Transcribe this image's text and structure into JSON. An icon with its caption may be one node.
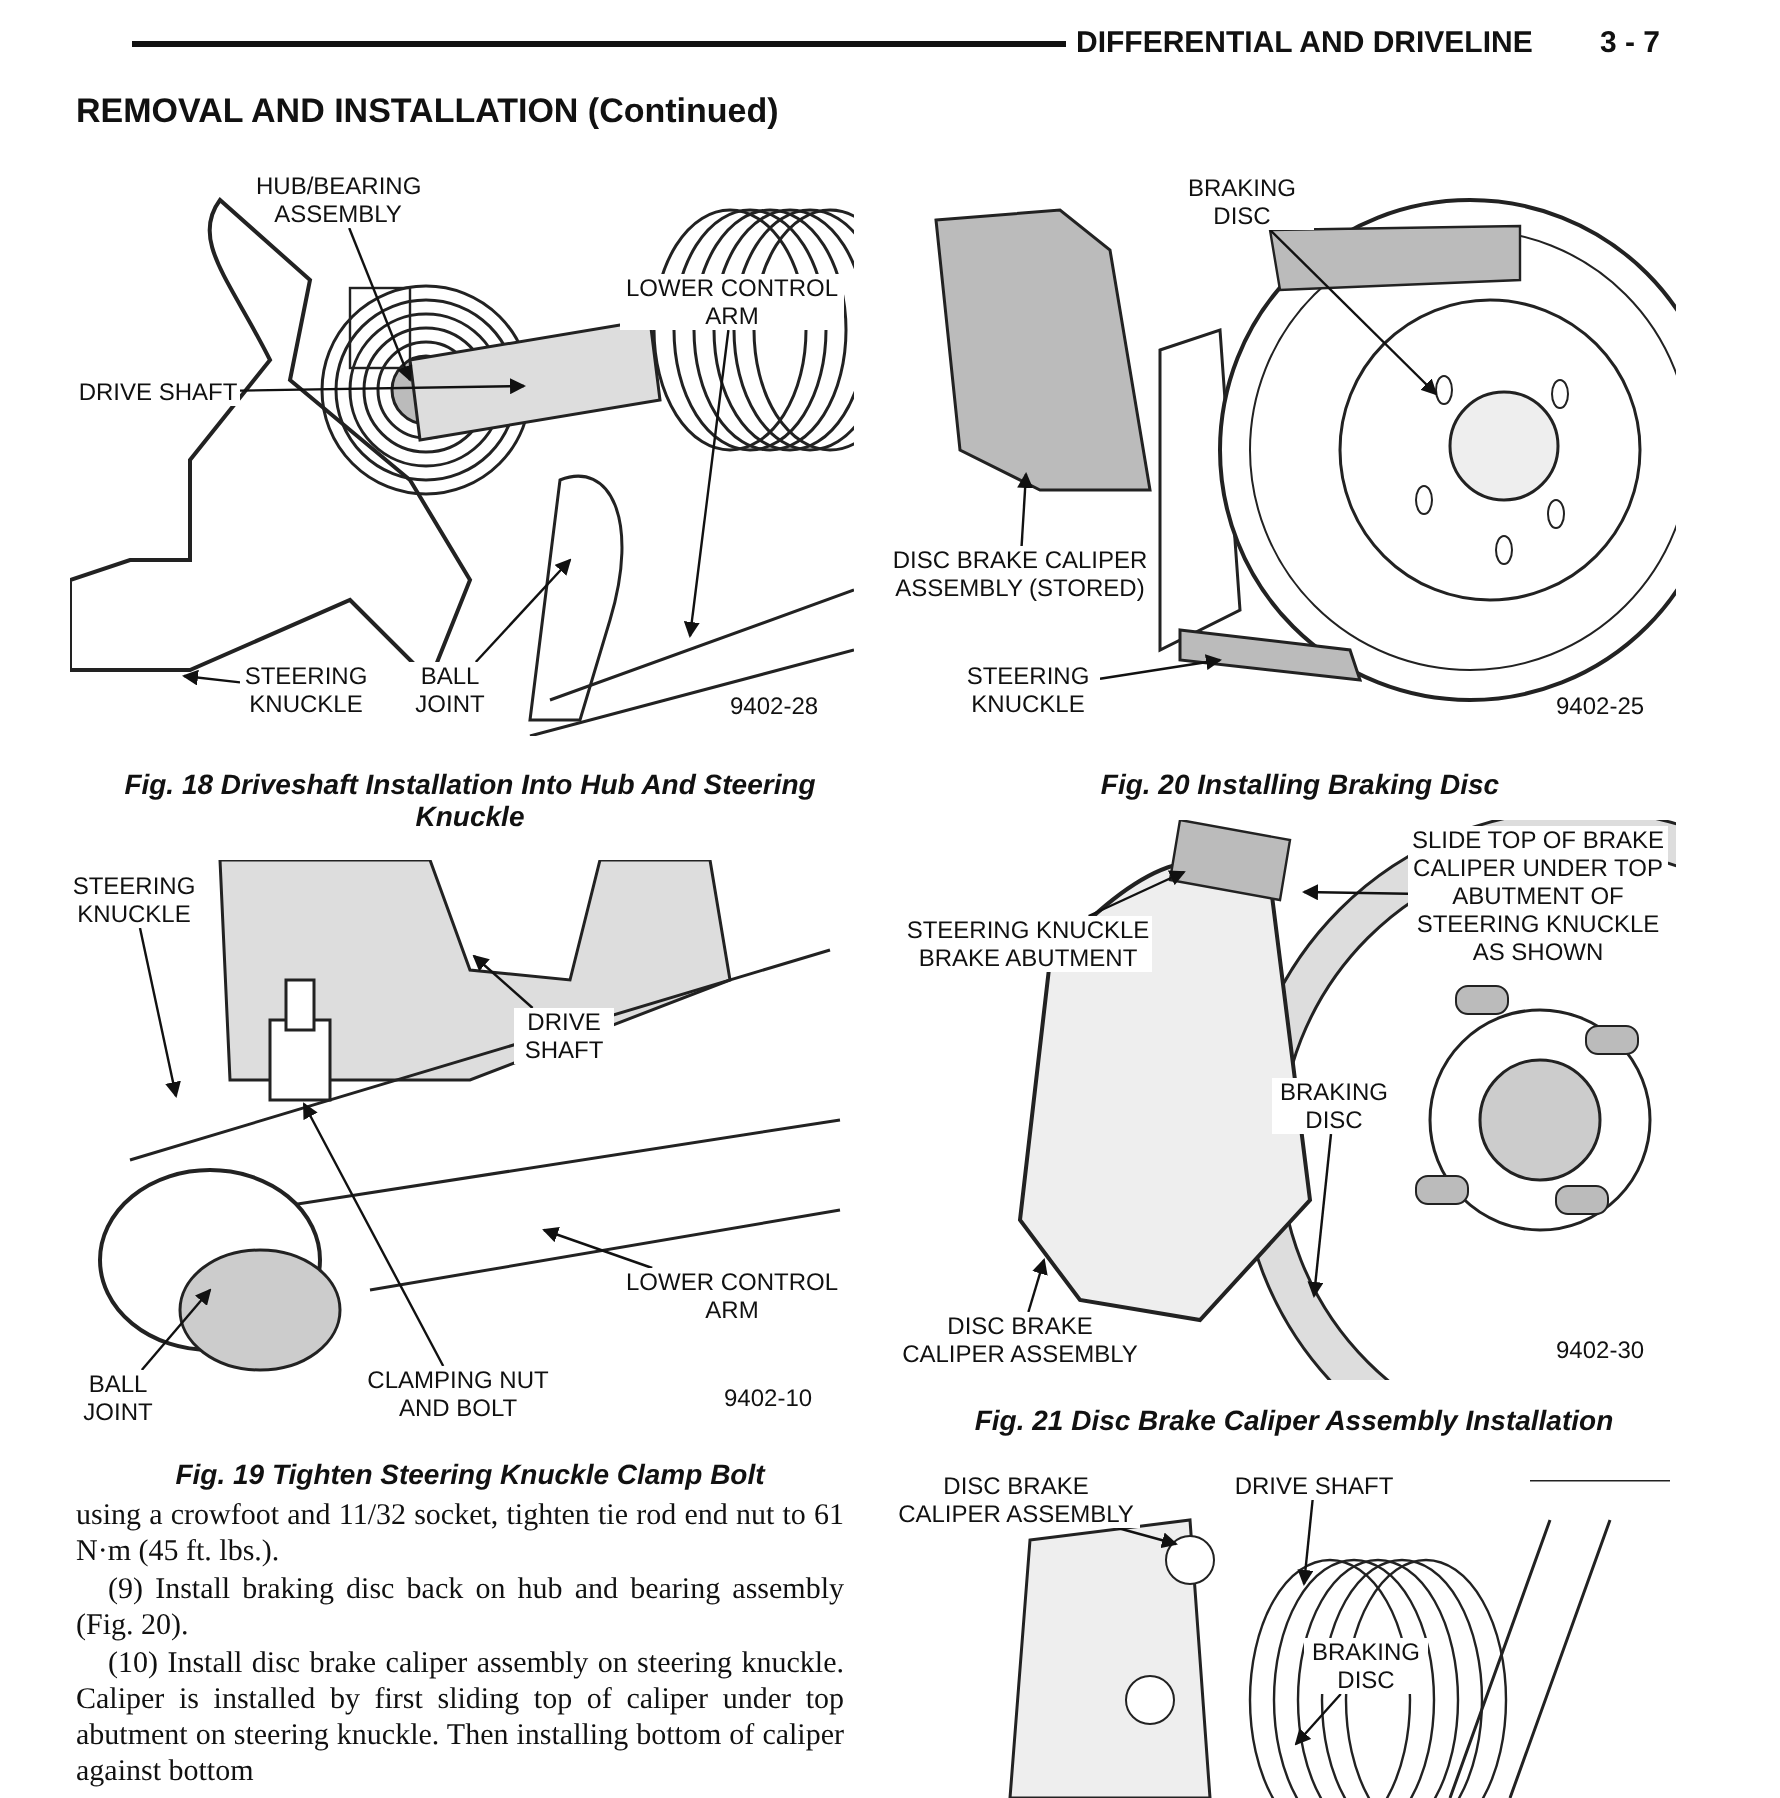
{
  "diagram": {
    "title": "REMOVAL AND INSTALLATION (Continued)",
    "nodes": [
      {
        "text": [
          "HUB/BEARING ASSEMBLY"
        ]
      },
      {
        "text": [
          "LOWER CONTROL ARM"
        ]
      },
      {
        "text": [
          "DRIVE SHAFT"
        ]
      },
      {
        "text": [
          "STEERING KNUCKLE"
        ]
      },
      {
        "text": [
          "BALL JOINT"
        ]
      },
      {
        "text": [
          "BRAKING DISC"
        ]
      },
      {
        "text": [
          "DISC BRAKE CALIPER ASSEMBLY (STORED)"
        ]
      },
      {
        "text": [
          "STEERING KNUCKLE"
        ]
      },
      {
        "text": [
          "STEERING KNUCKLE"
        ]
      },
      {
        "text": [
          "DRIVE SHAFT"
        ]
      },
      {
        "text": [
          "LOWER CONTROL ARM"
        ]
      },
      {
        "text": [
          "BALL JOINT"
        ]
      },
      {
        "text": [
          "CLAMPING NUT AND BOLT"
        ]
      },
      {
        "text": [
          "STEERING KNUCKLE BRAKE ABUTMENT"
        ]
      },
      {
        "text": [
          "SLIDE TOP OF BRAKE CALIPER UNDER TOP ABUTMENT OF STEERING KNUCKLE AS SHOWN"
        ]
      },
      {
        "text": [
          "BRAKING DISC"
        ]
      },
      {
        "text": [
          "DISC BRAKE CALIPER ASSEMBLY"
        ]
      },
      {
        "text": [
          "DISC BRAKE CALIPER ASSEMBLY"
        ]
      },
      {
        "text": [
          "DRIVE SHAFT"
        ]
      },
      {
        "text": [
          "BRAKING DISC"
        ]
      }
    ],
    "edges": [
      {
        "from": 0,
        "to": null,
        "arrow": "to"
      },
      {
        "from": 1,
        "to": null,
        "arrow": "to"
      },
      {
        "from": 2,
        "to": null,
        "arrow": "to"
      },
      {
        "from": 3,
        "to": null,
        "arrow": "to"
      },
      {
        "from": 4,
        "to": null,
        "arrow": "to"
      },
      {
        "from": 5,
        "to": null,
        "arrow": "to"
      },
      {
        "from": 6,
        "to": null,
        "arrow": "to"
      },
      {
        "from": 7,
        "to": null,
        "arrow": "to"
      },
      {
        "from": 8,
        "to": null,
        "arrow": "to"
      },
      {
        "from": 9,
        "to": null,
        "arrow": "to"
      },
      {
        "from": 10,
        "to": null,
        "arrow": "to"
      },
      {
        "from": 11,
        "to": null,
        "arrow": "to"
      },
      {
        "from": 12,
        "to": null,
        "arrow": "to"
      },
      {
        "from": 13,
        "to": null,
        "arrow": "to"
      },
      {
        "from": 14,
        "to": null,
        "arrow": "to"
      },
      {
        "from": 15,
        "to": null,
        "arrow": "to"
      },
      {
        "from": 16,
        "to": null,
        "arrow": "to"
      },
      {
        "from": 17,
        "to": null,
        "arrow": "to"
      },
      {
        "from": 18,
        "to": null,
        "arrow": "to"
      },
      {
        "from": 19,
        "to": null,
        "arrow": "to"
      }
    ],
    "labels": [
      "DIFFERENTIAL AND DRIVELINE",
      "3 - 7",
      "9402-28",
      "Fig. 18 Driveshaft Installation Into Hub And Steering Knuckle",
      "9402-25",
      "Fig. 20 Installing Braking Disc",
      "9402-10",
      "Fig. 19 Tighten Steering Knuckle Clamp Bolt",
      "9402-30",
      "Fig. 21 Disc Brake Caliper Assembly Installation",
      "using a crowfoot and 11/32 socket, tighten tie rod end nut to 61 N·m (45 ft. lbs.).",
      "(9) Install braking disc back on hub and bearing assembly (Fig. 20).",
      "(10) Install disc brake caliper assembly on steering knuckle. Caliper is installed by first sliding top of caliper under top abutment on steering knuckle. Then installing bottom of caliper against bottom"
    ]
  }
}
